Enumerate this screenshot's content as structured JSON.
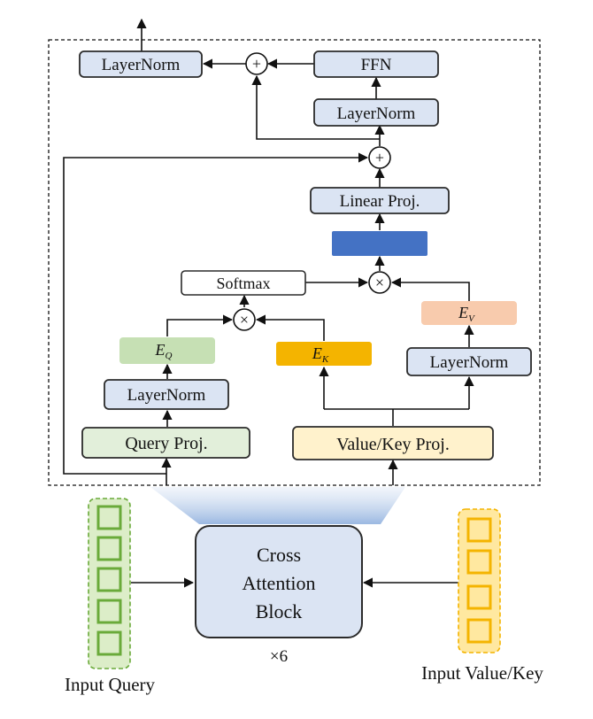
{
  "figure": {
    "layernorm_out": "LayerNorm",
    "ffn": "FFN",
    "layernorm_ffn": "LayerNorm",
    "linear_proj": "Linear Proj.",
    "softmax": "Softmax",
    "eq_label": "E",
    "eq_sub": "Q",
    "ek_label": "E",
    "ek_sub": "K",
    "ev_label": "E",
    "ev_sub": "V",
    "layernorm_q": "LayerNorm",
    "layernorm_v": "LayerNorm",
    "query_proj": "Query Proj.",
    "value_key_proj": "Value/Key Proj.",
    "plus_symbol": "+",
    "times_symbol": "×",
    "cross_block_line1": "Cross",
    "cross_block_line2": "Attention",
    "cross_block_line3": "Block",
    "repeat": "×6",
    "input_query": "Input Query",
    "input_value_key": "Input Value/Key"
  },
  "colors": {
    "box_blue": "#dbe4f3",
    "box_border": "#2b2b2b",
    "attn_bar": "#4472c4",
    "eq_fill": "#c6e0b4",
    "ek_fill": "#f4b400",
    "ev_fill": "#f8cbad",
    "query_proj_fill": "#e2efda",
    "vk_proj_fill": "#fff2cc",
    "block_fill": "#dbe4f3",
    "input_query_fill": "#dcedc8",
    "input_query_border": "#6aaa3a",
    "input_vk_fill": "#ffe8a0",
    "input_vk_border": "#f4b400"
  }
}
